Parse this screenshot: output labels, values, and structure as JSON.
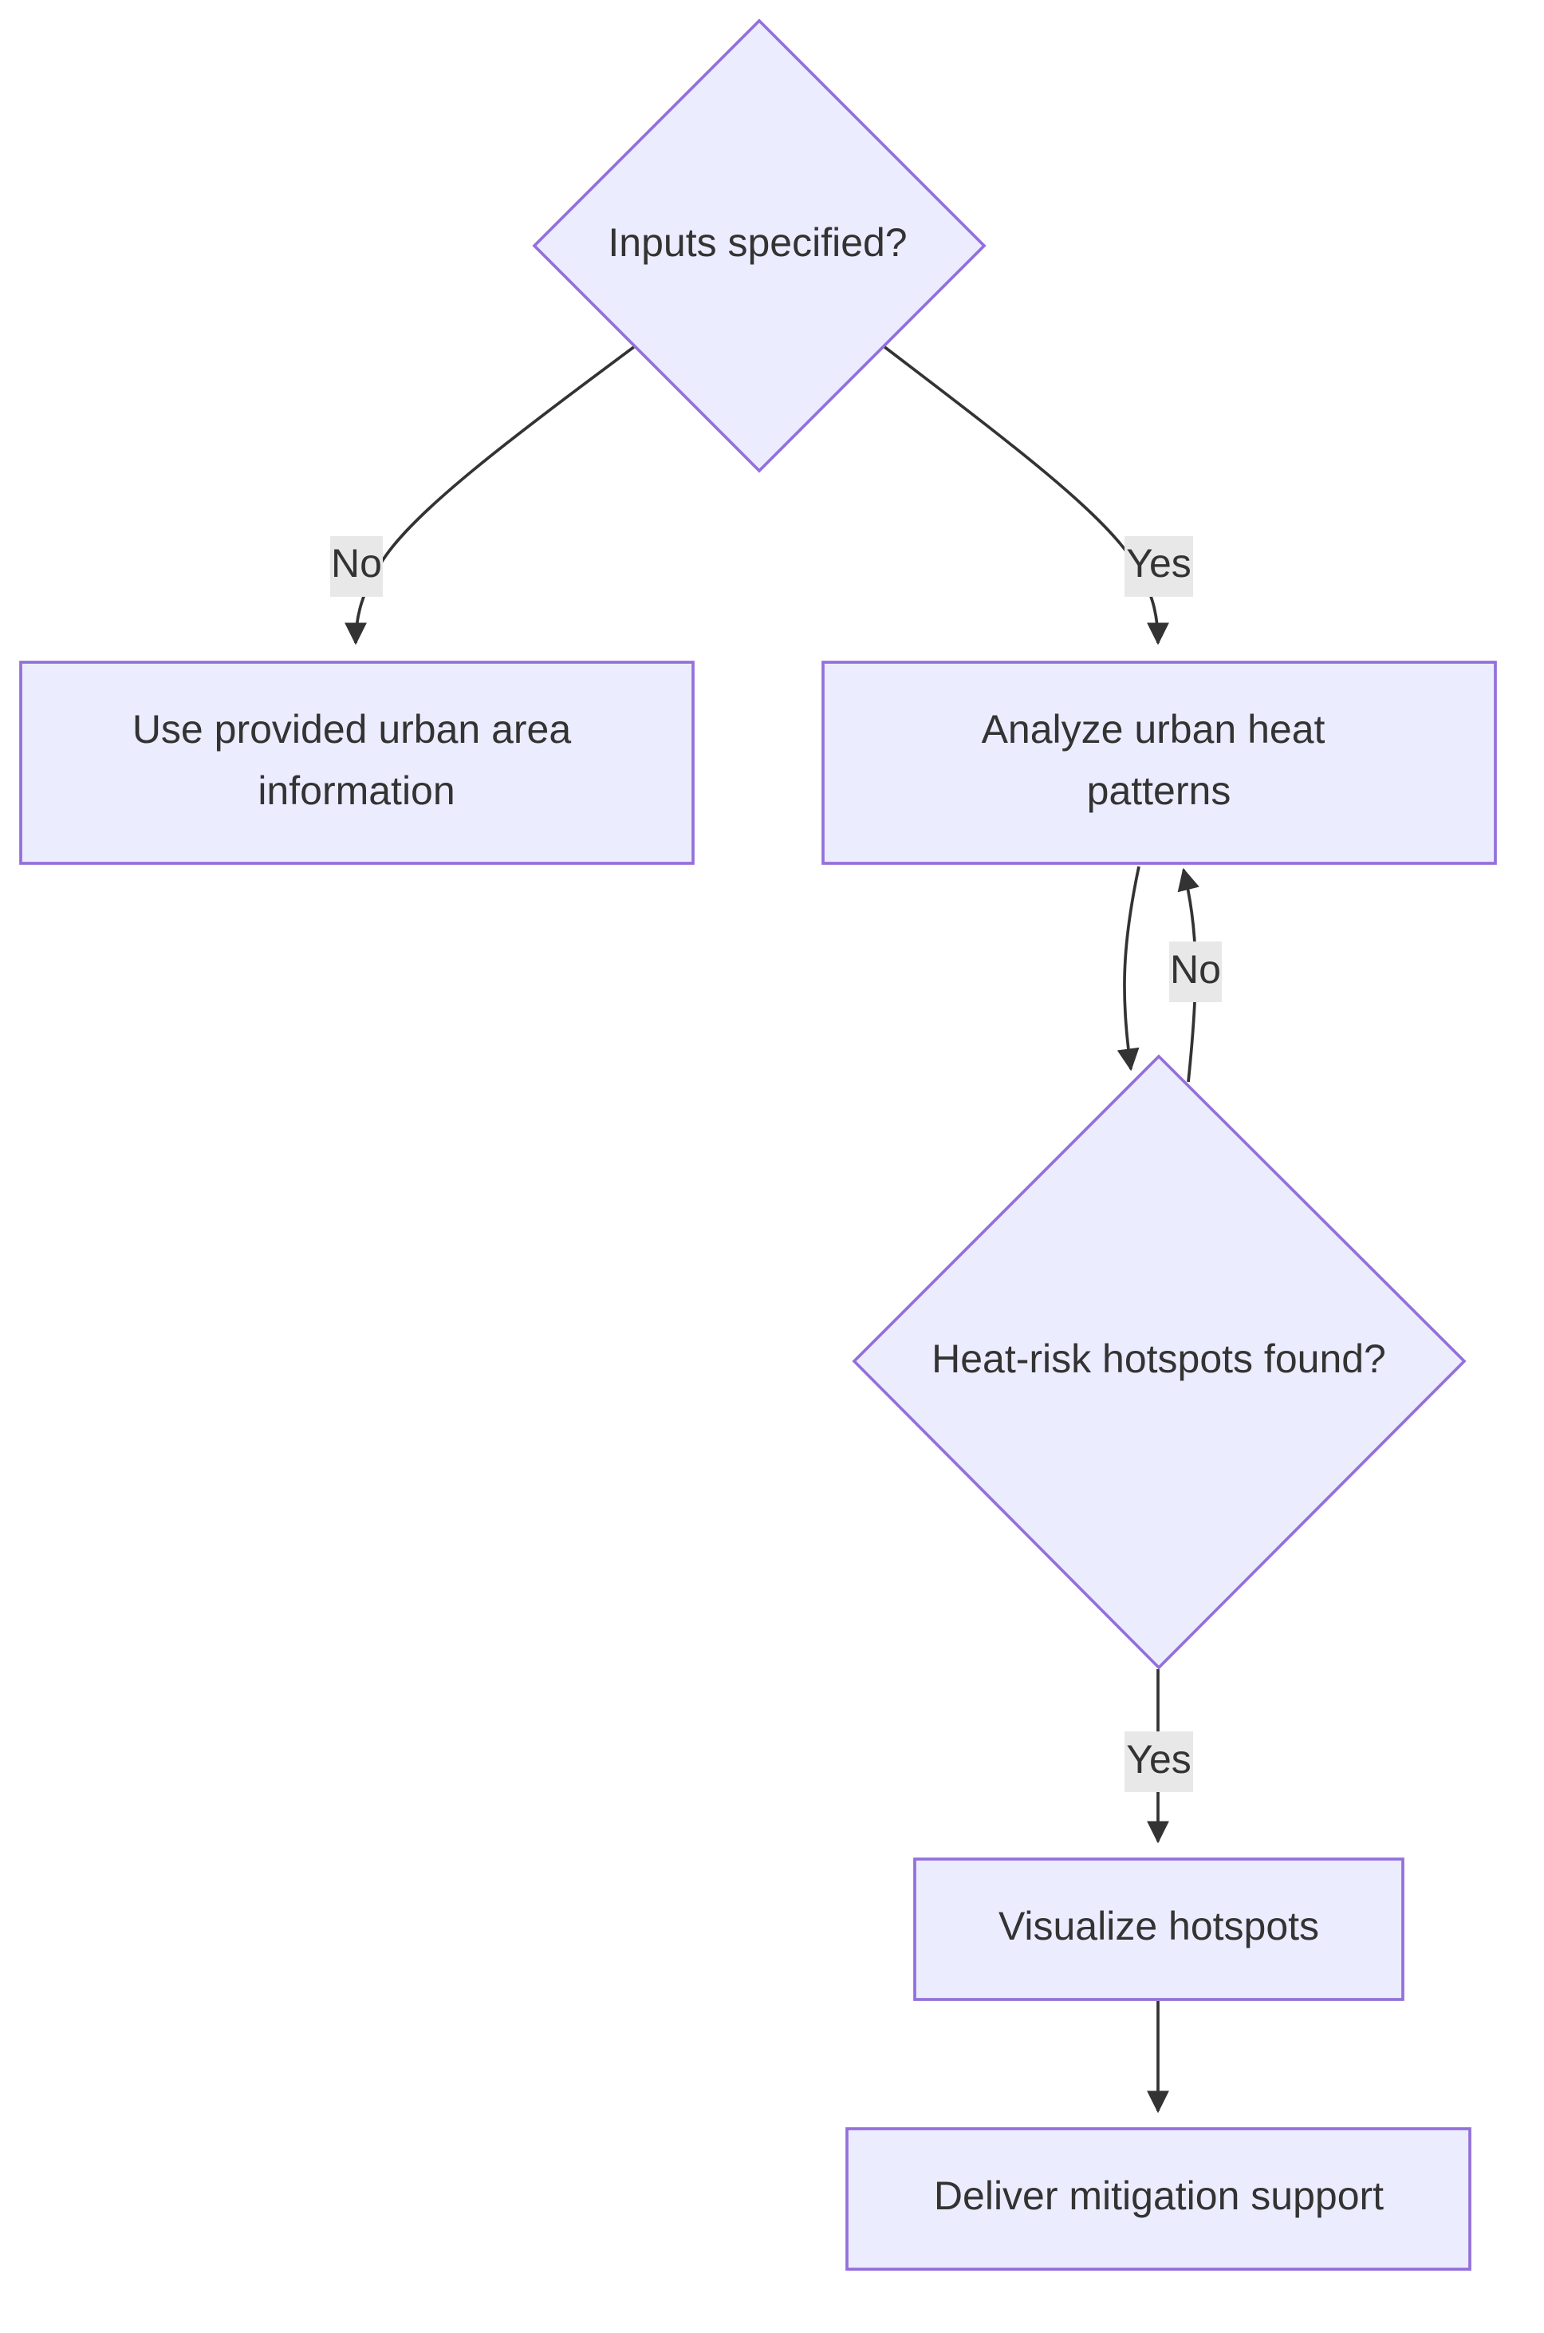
{
  "nodes": {
    "inputs_decision": {
      "label": "Inputs specified?"
    },
    "use_provided": {
      "label_lines": [
        "Use provided urban area",
        "information"
      ]
    },
    "analyze": {
      "label_lines": [
        "Analyze urban heat",
        "patterns"
      ]
    },
    "hotspots_decision": {
      "label": "Heat-risk hotspots found?"
    },
    "visualize": {
      "label": "Visualize hotspots"
    },
    "deliver": {
      "label": "Deliver mitigation support"
    }
  },
  "edges": {
    "inputs_no": {
      "label": "No"
    },
    "inputs_yes": {
      "label": "Yes"
    },
    "hotspots_no": {
      "label": "No"
    },
    "hotspots_yes": {
      "label": "Yes"
    }
  },
  "colors": {
    "node_fill": "#ececff",
    "node_stroke": "#9370db",
    "edge_stroke": "#333333",
    "label_bg": "#e8e8e8",
    "text": "#333333"
  }
}
